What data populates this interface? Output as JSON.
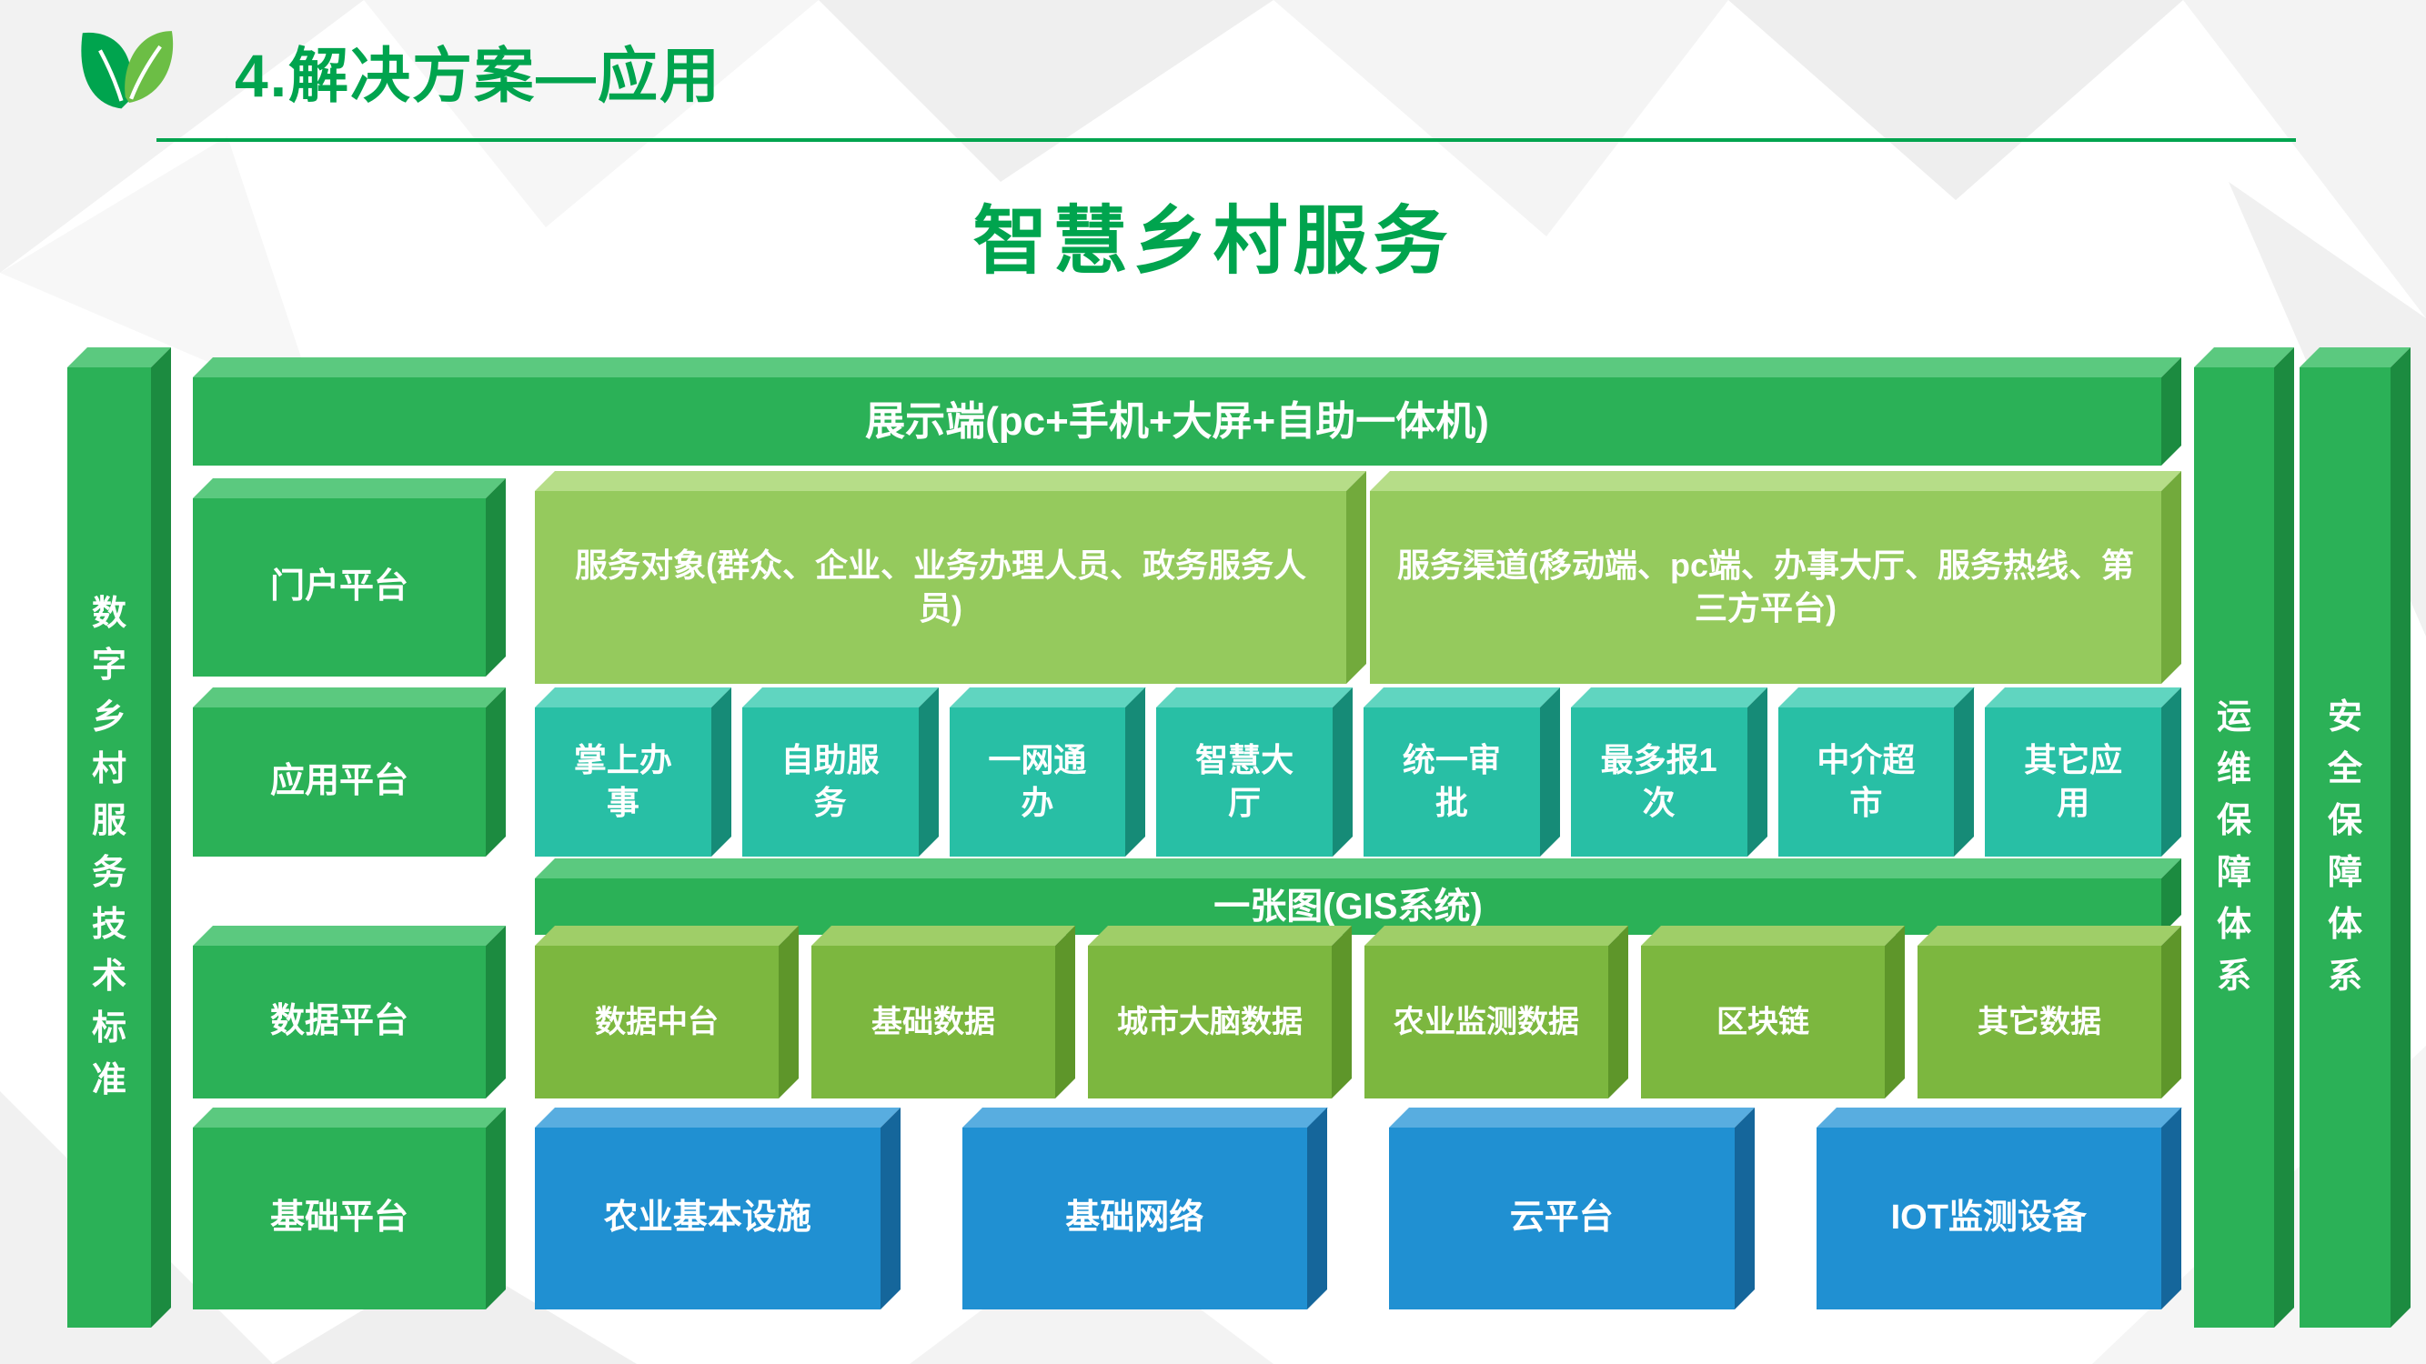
{
  "header": {
    "title": "4.解决方案—应用",
    "subtitle": "智慧乡村服务"
  },
  "diagram": {
    "left_bar": {
      "label": "数字乡村服务技术标准"
    },
    "right_bar_ops": {
      "label": "运维保障体系"
    },
    "right_bar_security": {
      "label": "安全保障体系"
    },
    "top_bar": {
      "label": "展示端(pc+手机+大屏+自助一体机)"
    },
    "gis_bar": {
      "label": "一张图(GIS系统)"
    },
    "rows": {
      "portal": {
        "label": "门户平台",
        "items": [
          "服务对象(群众、企业、业务办理人员、政务服务人员)",
          "服务渠道(移动端、pc端、办事大厅、服务热线、第三方平台)"
        ]
      },
      "app": {
        "label": "应用平台",
        "items": [
          "掌上办事",
          "自助服务",
          "一网通办",
          "智慧大厅",
          "统一审批",
          "最多报1次",
          "中介超市",
          "其它应用"
        ]
      },
      "data": {
        "label": "数据平台",
        "items": [
          "数据中台",
          "基础数据",
          "城市大脑数据",
          "农业监测数据",
          "区块链",
          "其它数据"
        ]
      },
      "base": {
        "label": "基础平台",
        "items": [
          "农业基本设施",
          "基础网络",
          "云平台",
          "IOT监测设备"
        ]
      }
    },
    "colors": {
      "title_green": "#00A44E",
      "green": "#2BB157",
      "light_green": "#95CA5D",
      "teal": "#28BFA5",
      "olive": "#7CB73F",
      "blue": "#2090D2"
    }
  }
}
